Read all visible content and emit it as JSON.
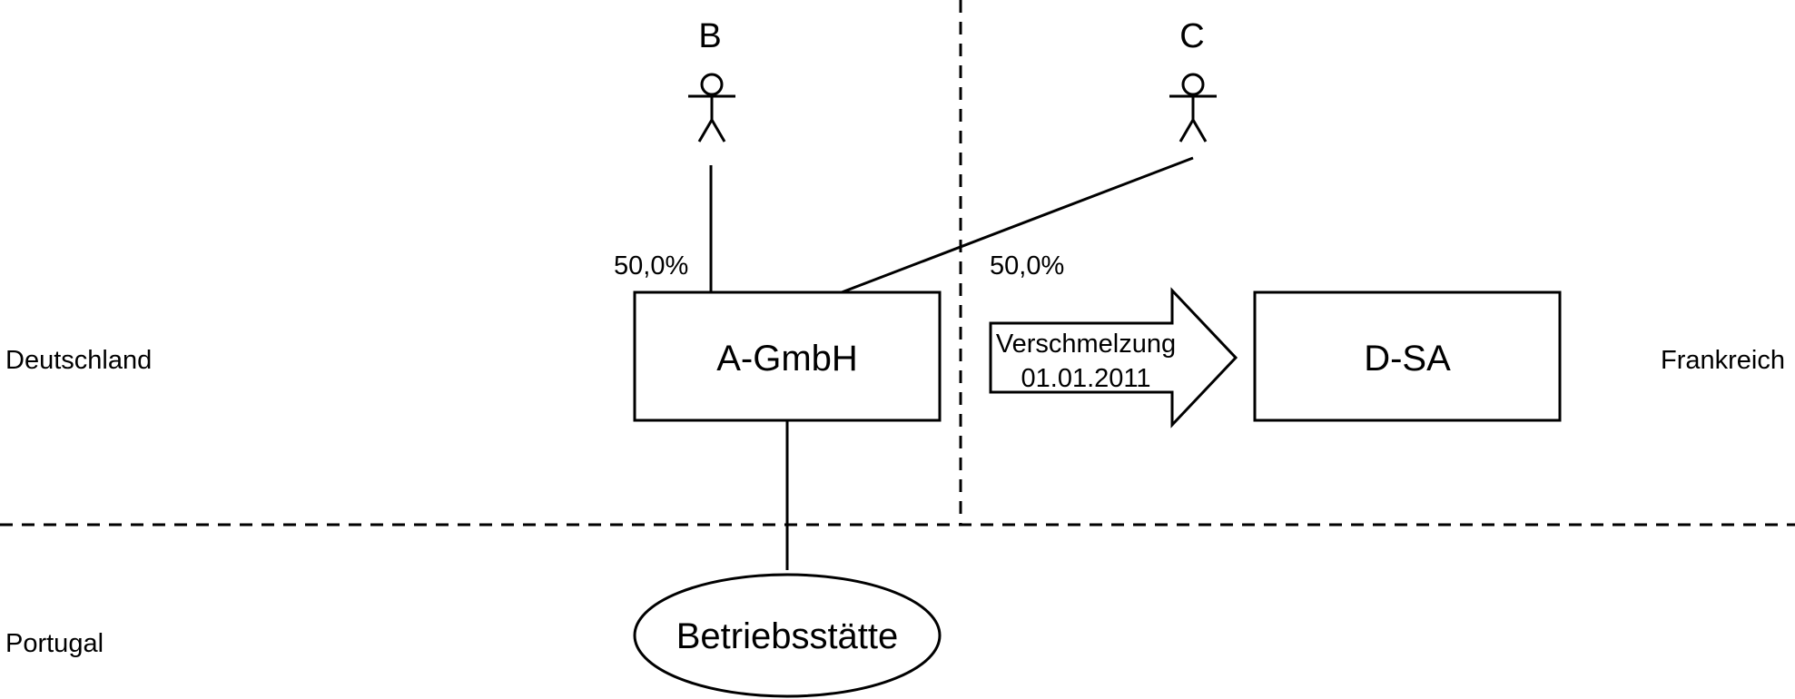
{
  "regions": {
    "germany": "Deutschland",
    "france": "Frankreich",
    "portugal": "Portugal"
  },
  "persons": {
    "b": "B",
    "c": "C"
  },
  "shares": {
    "b": "50,0%",
    "c": "50,0%"
  },
  "entities": {
    "a_gmbh": "A-GmbH",
    "d_sa": "D-SA",
    "permanent_establishment": "Betriebsstätte"
  },
  "merger": {
    "line1": "Verschmelzung",
    "line2": "01.01.2011"
  }
}
